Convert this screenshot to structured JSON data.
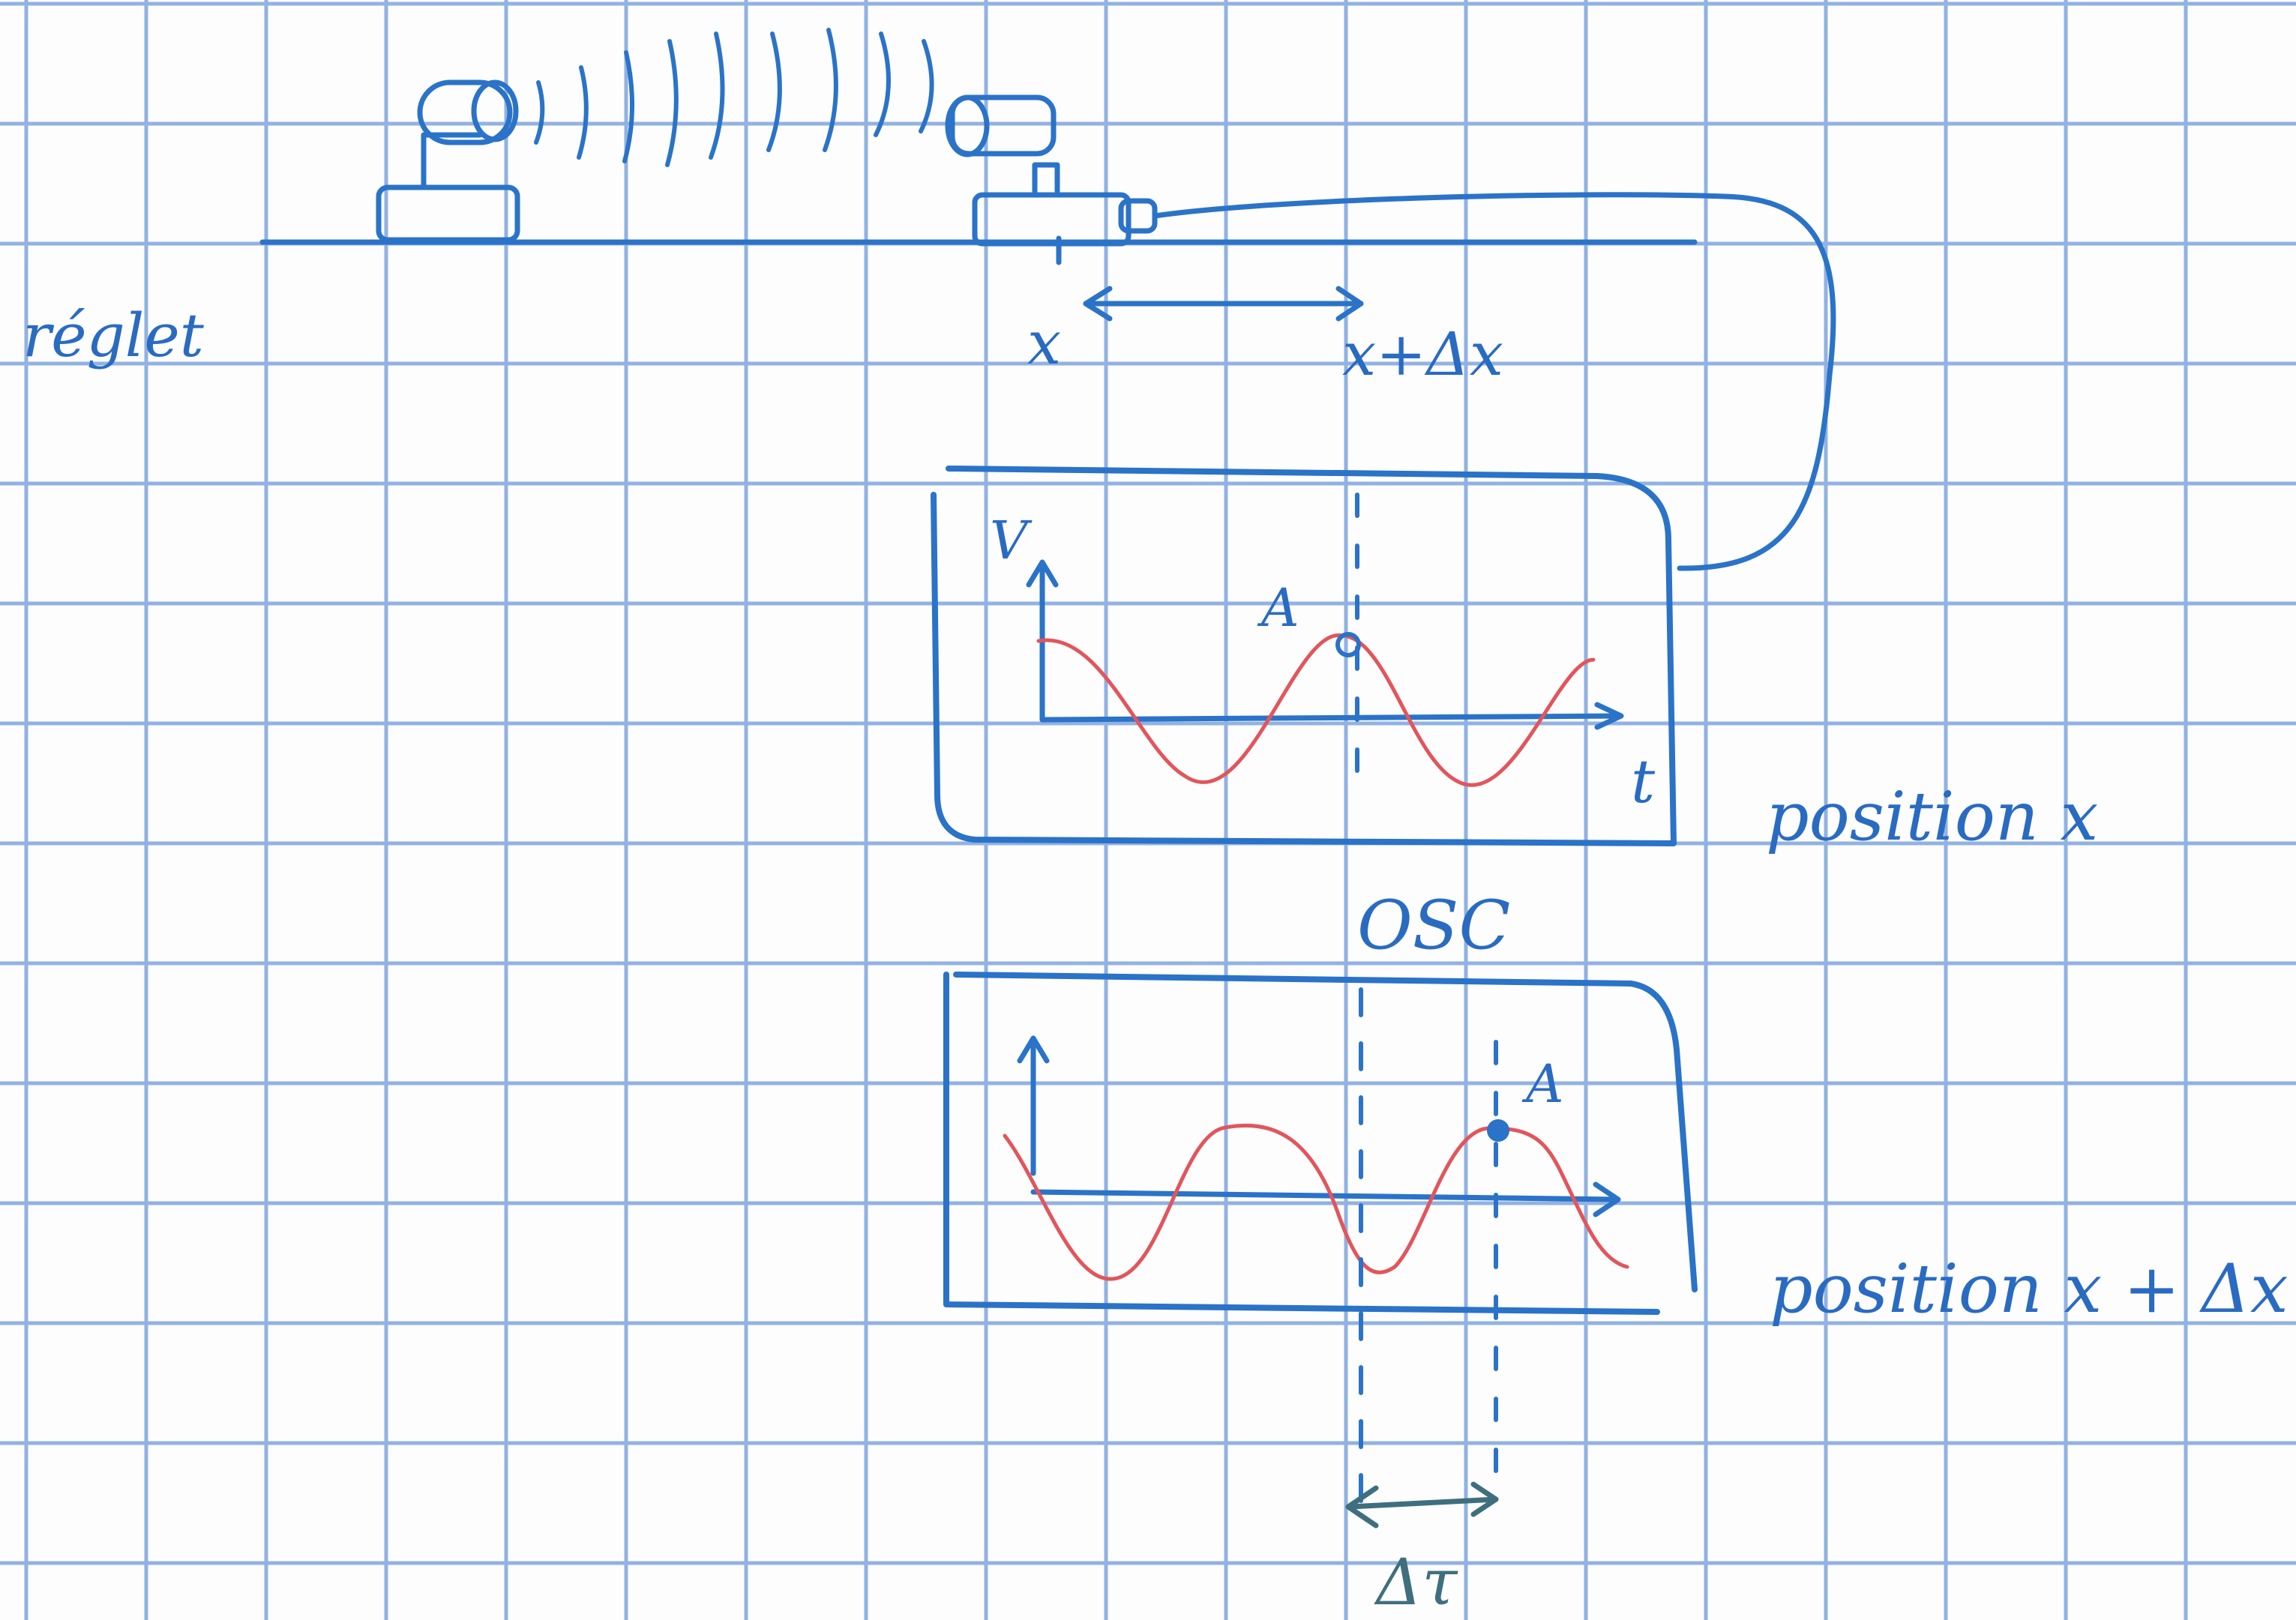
{
  "labels": {
    "ruler": "réglet",
    "emitter_pos": "x",
    "receiver_pos": "x+Δx",
    "voltage_axis": "V",
    "time_axis": "t",
    "point_top": "A",
    "point_bottom": "A",
    "oscilloscope": "OSC",
    "position_top": "position x",
    "position_bottom": "position x + Δx",
    "delta_t": "Δτ"
  },
  "colors": {
    "ink": "#2a73c8",
    "signal": "#e2555c",
    "grid": "#7fa6de",
    "paper": "#fdfdfd"
  },
  "icons": {
    "emitter": "ultrasonic-emitter-icon",
    "receiver": "ultrasonic-receiver-icon",
    "waves": "sound-wave-icon"
  }
}
